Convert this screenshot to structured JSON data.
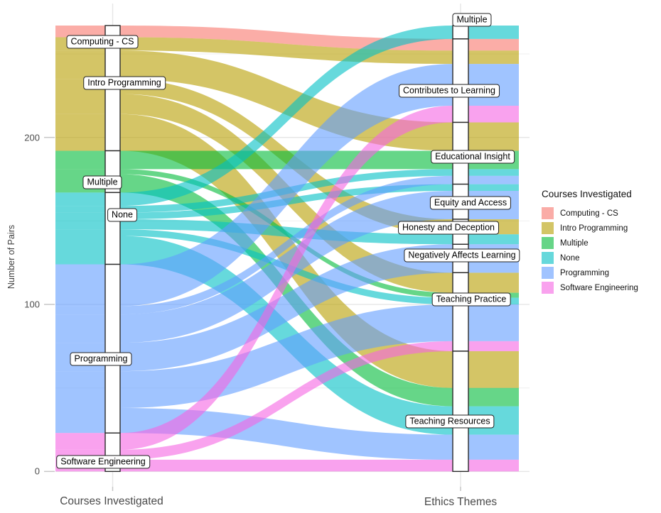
{
  "chart_data": {
    "type": "sankey",
    "y_axis": {
      "title": "Number of Pairs",
      "major_ticks": [
        0,
        100,
        200
      ],
      "minor_ticks": [
        50,
        150,
        250
      ],
      "range": [
        0,
        267
      ]
    },
    "x_axis": {
      "left": "Courses Investigated",
      "right": "Ethics Themes"
    },
    "left_nodes": [
      {
        "id": "ccs",
        "label": "Computing - CS",
        "value": 7,
        "color": "#F8766D"
      },
      {
        "id": "ip",
        "label": "Intro Programming",
        "value": 68,
        "color": "#B79F00"
      },
      {
        "id": "mult",
        "label": "Multiple",
        "value": 25,
        "color": "#00BA38"
      },
      {
        "id": "none",
        "label": "None",
        "value": 43,
        "color": "#00BFC4"
      },
      {
        "id": "prog",
        "label": "Programming",
        "value": 101,
        "color": "#619CFF"
      },
      {
        "id": "se",
        "label": "Software Engineering",
        "value": 23,
        "color": "#F564E3"
      }
    ],
    "right_nodes": [
      {
        "id": "r_mult",
        "label": "Multiple",
        "value": 8
      },
      {
        "id": "ctl",
        "label": "Contributes to Learning",
        "value": 50
      },
      {
        "id": "ei",
        "label": "Educational Insight",
        "value": 37
      },
      {
        "id": "eqa",
        "label": "Equity and Access",
        "value": 21
      },
      {
        "id": "had",
        "label": "Honesty and Deception",
        "value": 15
      },
      {
        "id": "nal",
        "label": "Negatively Affects Learning",
        "value": 17
      },
      {
        "id": "tp",
        "label": "Teaching Practice",
        "value": 47
      },
      {
        "id": "tr",
        "label": "Teaching Resources",
        "value": 72
      }
    ],
    "flows": [
      {
        "source": "ccs",
        "target": "ctl",
        "value": 7
      },
      {
        "source": "ip",
        "target": "ctl",
        "value": 8
      },
      {
        "source": "ip",
        "target": "ei",
        "value": 17
      },
      {
        "source": "ip",
        "target": "had",
        "value": 9
      },
      {
        "source": "ip",
        "target": "tp",
        "value": 12
      },
      {
        "source": "ip",
        "target": "tr",
        "value": 22
      },
      {
        "source": "mult",
        "target": "ei",
        "value": 11
      },
      {
        "source": "mult",
        "target": "tp",
        "value": 3
      },
      {
        "source": "mult",
        "target": "tr",
        "value": 11
      },
      {
        "source": "none",
        "target": "r_mult",
        "value": 8
      },
      {
        "source": "none",
        "target": "ei",
        "value": 4
      },
      {
        "source": "none",
        "target": "eqa",
        "value": 4
      },
      {
        "source": "none",
        "target": "had",
        "value": 6
      },
      {
        "source": "none",
        "target": "tp",
        "value": 4
      },
      {
        "source": "none",
        "target": "tr",
        "value": 17
      },
      {
        "source": "prog",
        "target": "ctl",
        "value": 25
      },
      {
        "source": "prog",
        "target": "ei",
        "value": 5
      },
      {
        "source": "prog",
        "target": "eqa",
        "value": 17
      },
      {
        "source": "prog",
        "target": "nal",
        "value": 17
      },
      {
        "source": "prog",
        "target": "tp",
        "value": 22
      },
      {
        "source": "prog",
        "target": "tr",
        "value": 15
      },
      {
        "source": "se",
        "target": "ctl",
        "value": 10
      },
      {
        "source": "se",
        "target": "tp",
        "value": 6
      },
      {
        "source": "se",
        "target": "tr",
        "value": 7
      }
    ]
  },
  "legend": {
    "title": "Courses Investigated",
    "items": [
      {
        "label": "Computing - CS",
        "color": "#FAACA7"
      },
      {
        "label": "Intro Programming",
        "color": "#D3C566"
      },
      {
        "label": "Multiple",
        "color": "#66D587"
      },
      {
        "label": "None",
        "color": "#66D8DB"
      },
      {
        "label": "Programming",
        "color": "#A0C3FF"
      },
      {
        "label": "Software Engineering",
        "color": "#F9A2EE"
      }
    ]
  }
}
